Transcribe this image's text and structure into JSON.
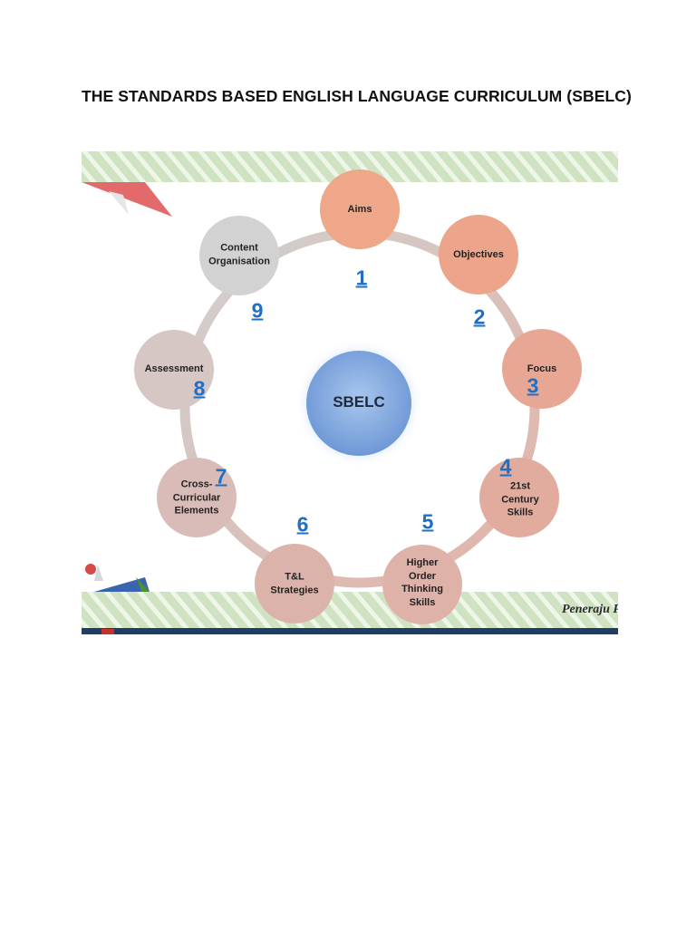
{
  "document": {
    "title": "THE STANDARDS BASED ENGLISH LANGUAGE CURRICULUM (SBELC)"
  },
  "diagram": {
    "center": "SBELC",
    "nodes": [
      {
        "id": "aims",
        "label": "Aims",
        "number": "1"
      },
      {
        "id": "objectives",
        "label": "Objectives",
        "number": "2"
      },
      {
        "id": "focus",
        "label": "Focus",
        "number": "3"
      },
      {
        "id": "century-skills",
        "label": "21st\nCentury\nSkills",
        "number": "4"
      },
      {
        "id": "hots",
        "label": "Higher\nOrder\nThinking\nSkills",
        "number": "5"
      },
      {
        "id": "tl-strategies",
        "label": "T&L\nStrategies",
        "number": "6"
      },
      {
        "id": "cross-curricular",
        "label": "Cross-\nCurricular\nElements",
        "number": "7"
      },
      {
        "id": "assessment",
        "label": "Assessment",
        "number": "8"
      },
      {
        "id": "content-organisation",
        "label": "Content\nOrganisation",
        "number": "9"
      }
    ],
    "colors": {
      "ring": "#cfc2c2",
      "center_fill": "#8fb3e3",
      "center_glow": "#bcd6f5",
      "number_color": "#1f6fc4",
      "banner_green": "#cfe3c3",
      "stripe": "#f3f8ee"
    }
  },
  "slide_footer": {
    "text": "Peneraju P"
  }
}
